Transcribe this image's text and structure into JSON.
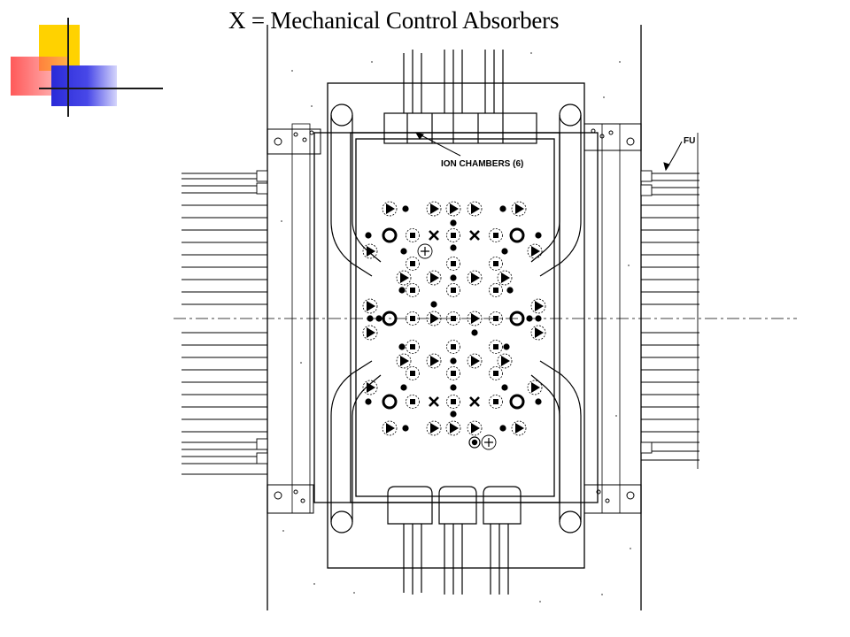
{
  "slide": {
    "title": "X = Mechanical Control Absorbers"
  },
  "diagram": {
    "label_ion_chambers": "ION CHAMBERS (6)",
    "label_fu": "FU"
  },
  "colors": {
    "deco_yellow": "#ffd200",
    "deco_red": "#ff3c3c",
    "deco_blue": "#2a2ad8",
    "ink": "#000000"
  }
}
